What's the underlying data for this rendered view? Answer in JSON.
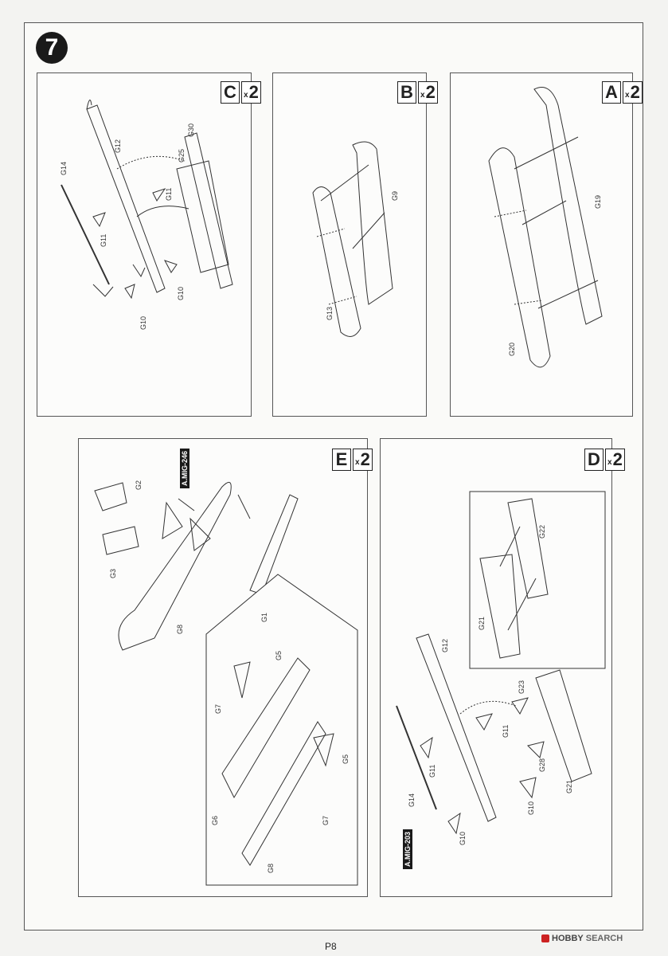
{
  "step": "7",
  "page_number": "P8",
  "watermark": {
    "brand": "HOBBY",
    "brand_suffix": "SEARCH"
  },
  "panels": {
    "a": {
      "letter": "A",
      "times": "x",
      "qty": "2",
      "parts": [
        "G19",
        "G20"
      ]
    },
    "b": {
      "letter": "B",
      "times": "x",
      "qty": "2",
      "parts": [
        "G9",
        "G13"
      ]
    },
    "c": {
      "letter": "C",
      "times": "x",
      "qty": "2",
      "parts": [
        "G30",
        "G25",
        "G12",
        "G14",
        "G11",
        "G11",
        "G10",
        "G10"
      ]
    },
    "d": {
      "letter": "D",
      "times": "x",
      "qty": "2",
      "parts": [
        "G22",
        "G21",
        "G12",
        "G23",
        "G11",
        "G11",
        "G28",
        "G21",
        "G14",
        "G10",
        "G10"
      ],
      "paint": "A.MIG-203"
    },
    "e": {
      "letter": "E",
      "times": "x",
      "qty": "2",
      "parts": [
        "G2",
        "G3",
        "G1",
        "G8",
        "G5",
        "G7",
        "G5",
        "G6",
        "G7",
        "G8"
      ],
      "paint": "A.MIG-246"
    }
  }
}
